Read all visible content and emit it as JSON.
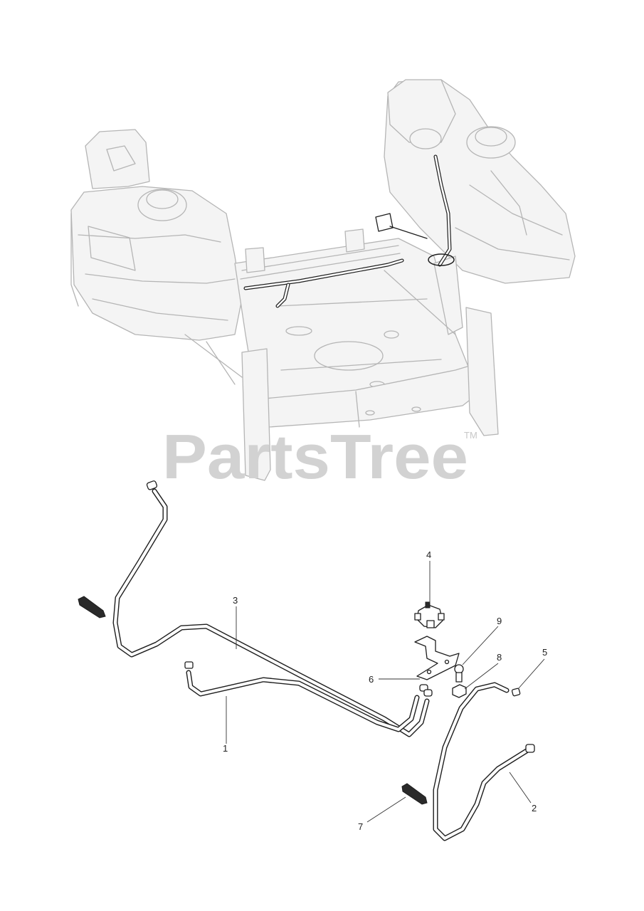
{
  "watermark": {
    "brand": "PartsTree",
    "trademark": "TM"
  },
  "callouts": [
    {
      "id": "1",
      "label": "1"
    },
    {
      "id": "2",
      "label": "2"
    },
    {
      "id": "3",
      "label": "3"
    },
    {
      "id": "4",
      "label": "4"
    },
    {
      "id": "5",
      "label": "5"
    },
    {
      "id": "6",
      "label": "6"
    },
    {
      "id": "7",
      "label": "7"
    },
    {
      "id": "8",
      "label": "8"
    },
    {
      "id": "9",
      "label": "9"
    }
  ],
  "colors": {
    "line_art": "#1e1e1e",
    "ghost_art": "#b5b5b5",
    "watermark": "#d2d2d2"
  }
}
